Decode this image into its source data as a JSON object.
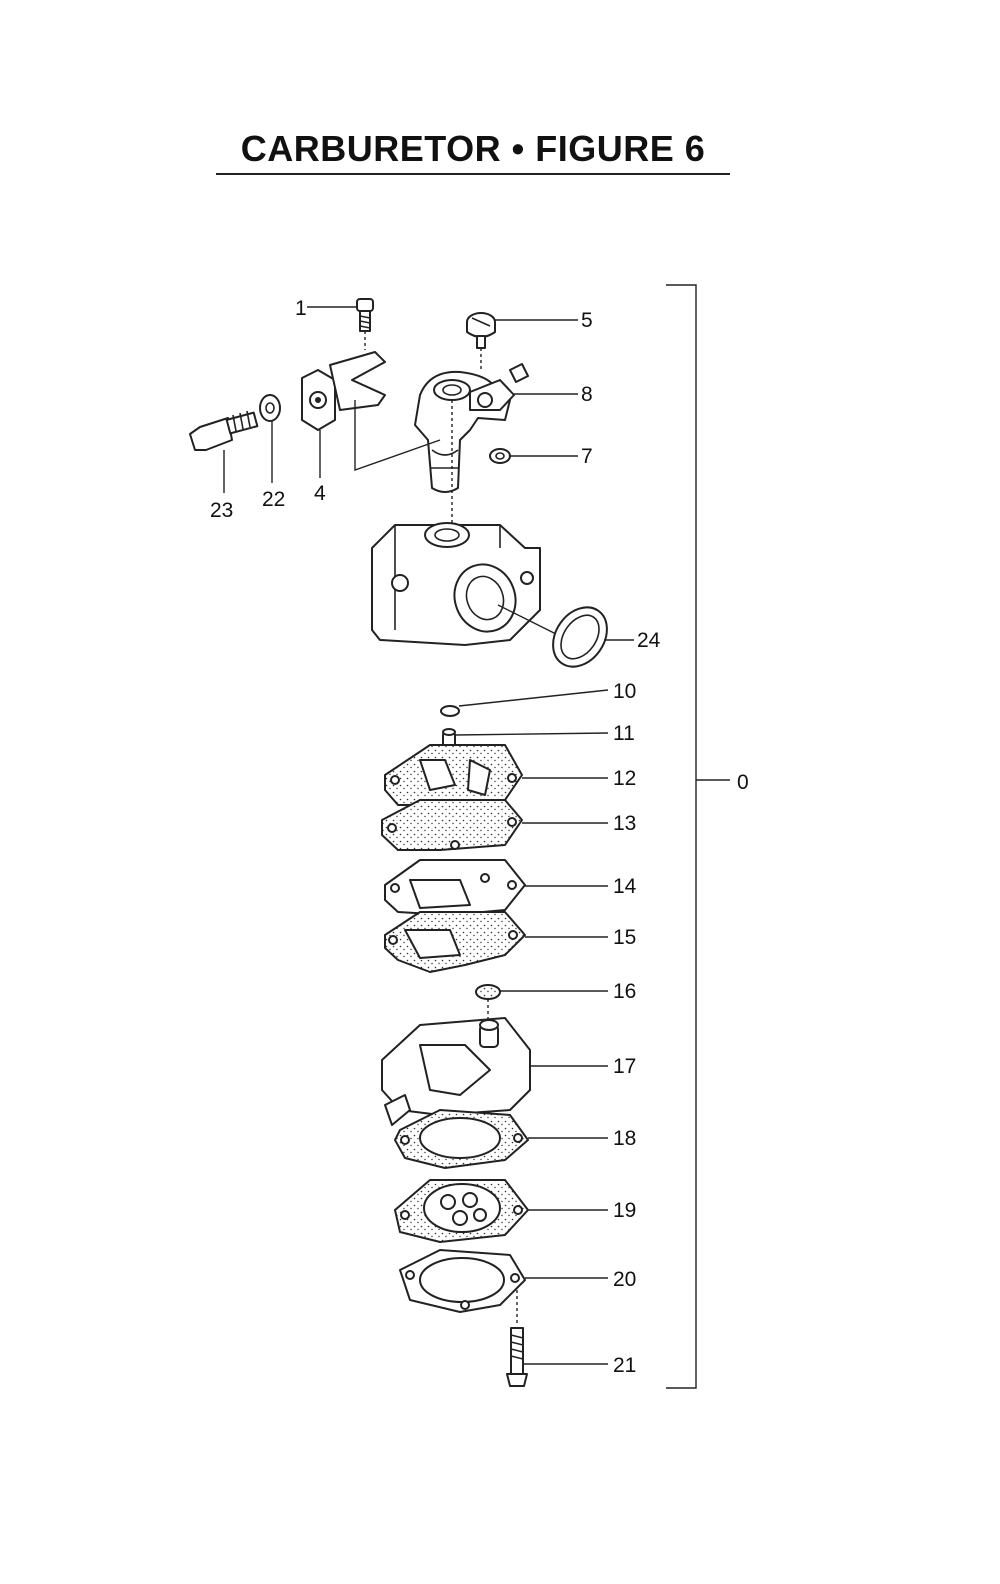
{
  "title": "CARBURETOR  •  FIGURE 6",
  "callouts": {
    "c0": "0",
    "c1": "1",
    "c4": "4",
    "c5": "5",
    "c7": "7",
    "c8": "8",
    "c10": "10",
    "c11": "11",
    "c12": "12",
    "c13": "13",
    "c14": "14",
    "c15": "15",
    "c16": "16",
    "c17": "17",
    "c18": "18",
    "c19": "19",
    "c20": "20",
    "c21": "21",
    "c22": "22",
    "c23": "23",
    "c24": "24"
  }
}
